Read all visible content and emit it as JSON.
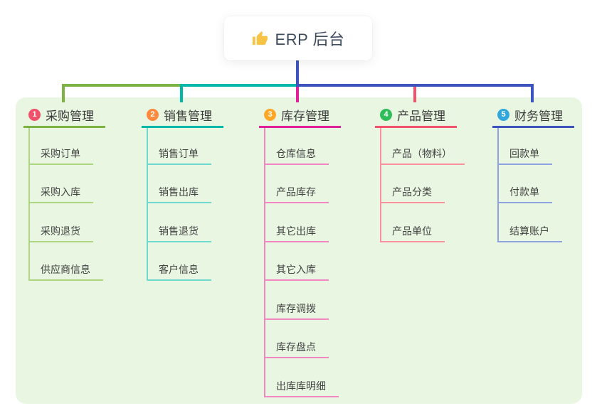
{
  "root": {
    "label": "ERP 后台",
    "icon": "thumbs-up-icon"
  },
  "branches": [
    {
      "badge": "1",
      "label": "采购管理",
      "items": [
        "采购订单",
        "采购入库",
        "采购退货",
        "供应商信息"
      ]
    },
    {
      "badge": "2",
      "label": "销售管理",
      "items": [
        "销售订单",
        "销售出库",
        "销售退货",
        "客户信息"
      ]
    },
    {
      "badge": "3",
      "label": "库存管理",
      "items": [
        "仓库信息",
        "产品库存",
        "其它出库",
        "其它入库",
        "库存调拨",
        "库存盘点",
        "出库库明细"
      ]
    },
    {
      "badge": "4",
      "label": "产品管理",
      "items": [
        "产品（物料）",
        "产品分类",
        "产品单位"
      ]
    },
    {
      "badge": "5",
      "label": "财务管理",
      "items": [
        "回款单",
        "付款单",
        "结算账户"
      ]
    }
  ],
  "colors": {
    "canvas": "#ffffff",
    "panel": "#e9f6e2",
    "node-text": "#3b3b3b",
    "root-text": "#3f4c5e",
    "b1": "#7cb342",
    "b1l": "#aed581",
    "b2": "#00b8a9",
    "b2l": "#6fd9ce",
    "b3": "#e0219a",
    "b3l": "#f186c3",
    "b4": "#f4516c",
    "b4l": "#f9919f",
    "b5": "#3d54bf",
    "b5l": "#8fa3e0",
    "badge1": "#f0506a",
    "badge2": "#ff8a3d",
    "badge3": "#ffa726",
    "badge4": "#2ebd59",
    "badge5": "#31a8dd",
    "thumb": "#f6c344"
  }
}
